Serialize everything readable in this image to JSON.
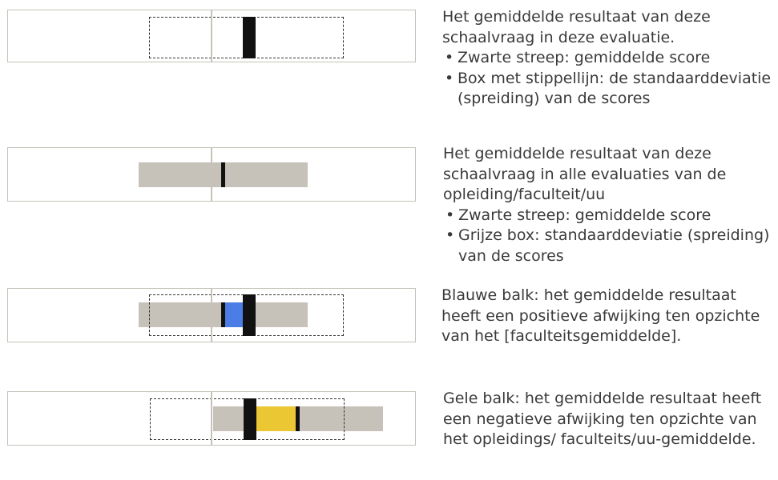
{
  "rows": [
    {
      "description": "Het gemiddelde resultaat van deze schaalvraag in deze evaluatie.",
      "bullets": [
        {
          "marker": "•",
          "text": "Zwarte streep: gemiddelde score"
        },
        {
          "marker": "•",
          "text": "Box met stippellijn: de standaarddeviatie (spreiding) van de scores"
        }
      ]
    },
    {
      "description": "Het gemiddelde resultaat van deze schaalvraag in alle evaluaties van de opleiding/faculteit/uu",
      "bullets": [
        {
          "marker": "•",
          "text": "Zwarte streep: gemiddelde score"
        },
        {
          "marker": "•",
          "text": "Grijze box: standaarddeviatie (spreiding) van de scores"
        }
      ]
    },
    {
      "description": "Blauwe balk: het gemiddelde resultaat heeft een positieve afwijking ten opzichte van het [faculteitsgemiddelde].",
      "bullets": []
    },
    {
      "description": "Gele balk: het gemiddelde resultaat heeft een negatieve afwijking ten opzichte van het opleidings/ faculteits/uu-gemiddelde.",
      "bullets": []
    }
  ],
  "colors": {
    "frame": "#c6c2ba",
    "grey_box": "#c6c2ba",
    "mean_bar": "#111111",
    "positive_deviation": "#4a7de6",
    "negative_deviation": "#ecc734",
    "text": "#3a3a3a"
  }
}
